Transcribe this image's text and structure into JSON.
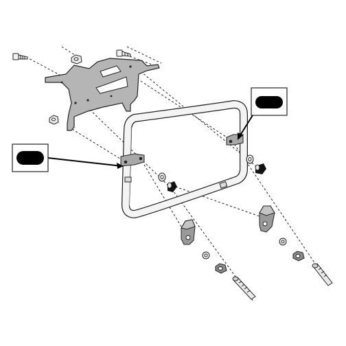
{
  "diagram": {
    "type": "exploded-assembly",
    "callouts": [
      {
        "id": "left-callout",
        "label": ""
      },
      {
        "id": "right-callout",
        "label": ""
      }
    ],
    "colors": {
      "line": "#222222",
      "plate_fill": "#b5b5b5",
      "frame_fill": "#f2f2f2",
      "bracket_fill": "#9a9a9a",
      "grommet_fill": "#111111",
      "callout_fill": "#000000",
      "background": "#ffffff"
    },
    "icons": [
      "mounting-plate",
      "tubular-frame",
      "screw",
      "nut",
      "washer",
      "rubber-grommet",
      "bracket"
    ]
  }
}
